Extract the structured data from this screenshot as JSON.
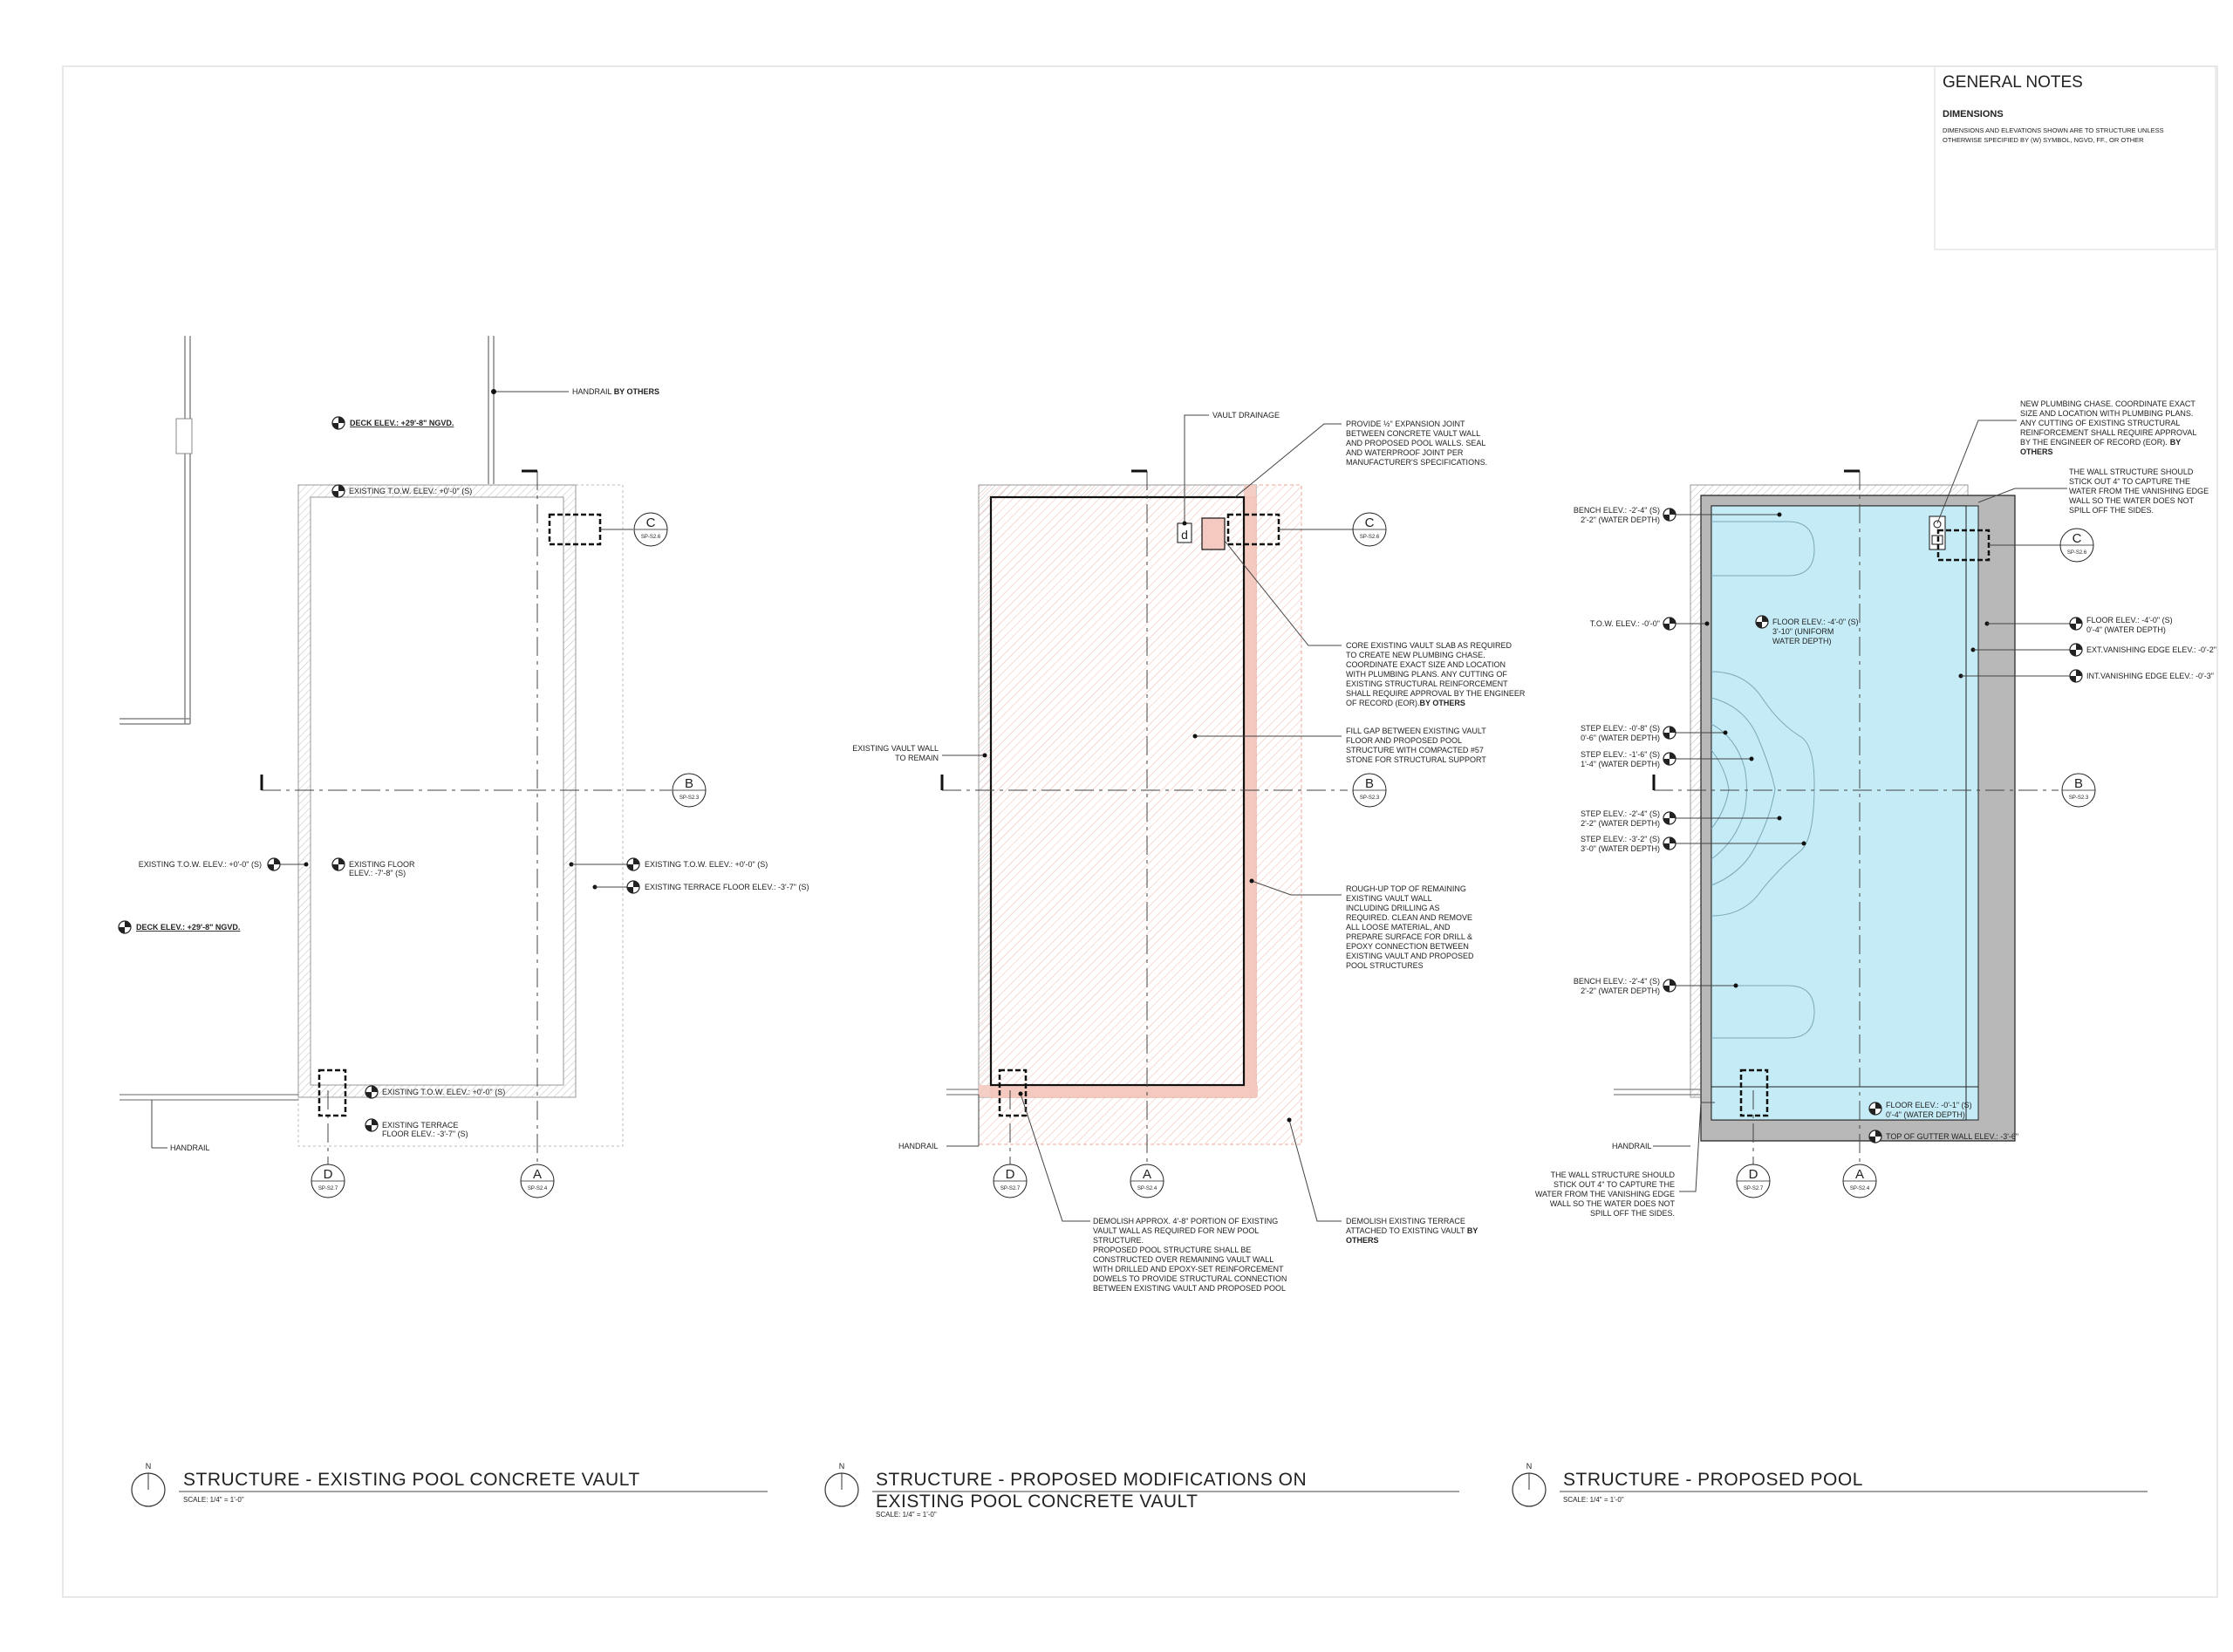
{
  "general_notes": {
    "title": "GENERAL NOTES",
    "heading": "DIMENSIONS",
    "body": [
      "DIMENSIONS AND ELEVATIONS SHOWN ARE TO STRUCTURE UNLESS",
      "OTHERWISE SPECIFIED BY (W) SYMBOL, NGVD, FF., OR OTHER"
    ]
  },
  "views": [
    {
      "title_lines": [
        "STRUCTURE - EXISTING POOL CONCRETE VAULT"
      ],
      "scale": "SCALE: 1/4\" = 1'-0\"",
      "north": "N"
    },
    {
      "title_lines": [
        "STRUCTURE - PROPOSED MODIFICATIONS ON",
        "EXISTING POOL CONCRETE VAULT"
      ],
      "scale": "SCALE: 1/4\" = 1'-0\"",
      "north": "N"
    },
    {
      "title_lines": [
        "STRUCTURE - PROPOSED POOL"
      ],
      "scale": "SCALE: 1/4\" = 1'-0\"",
      "north": "N"
    }
  ],
  "grid": {
    "A": "A",
    "B": "B",
    "C": "C",
    "D": "D",
    "ref_A": "SP-S2.4",
    "ref_B": "SP-S2.3",
    "ref_C": "SP-S2.6",
    "ref_D": "SP-S2.7"
  },
  "colors": {
    "demolish": "#f4c9bf",
    "demolish_line": "#e0907f",
    "water": "#c5ecf6",
    "pool_wall": "#b8b8b8",
    "ink": "#222222",
    "hatch": "#bdbdbd"
  },
  "plan1": {
    "handrail_by_others": [
      "HANDRAIL ",
      "BY OTHERS"
    ],
    "deck_elev": "DECK ELEV.: +29'-8\" NGVD.",
    "tow_top": "EXISTING T.O.W. ELEV.: +0'-0\" (S)",
    "tow_left": "EXISTING T.O.W. ELEV.: +0'-0\" (S)",
    "floor": [
      "EXISTING FLOOR",
      "ELEV.: -7'-8\" (S)"
    ],
    "tow_right": "EXISTING T.O.W. ELEV.: +0'-0\" (S)",
    "terrace_right": "EXISTING TERRACE FLOOR ELEV.: -3'-7\" (S)",
    "tow_bottom": "EXISTING T.O.W. ELEV.: +0'-0\" (S)",
    "terrace_bottom": [
      "EXISTING TERRACE",
      "FLOOR ELEV.: -3'-7\" (S)"
    ],
    "handrail": "HANDRAIL"
  },
  "plan2": {
    "vault_drainage": "VAULT DRAINAGE",
    "expansion_joint": [
      "PROVIDE ½\" EXPANSION JOINT",
      "BETWEEN CONCRETE VAULT WALL",
      "AND PROPOSED POOL WALLS. SEAL",
      "AND WATERPROOF JOINT PER",
      "MANUFACTURER'S SPECIFICATIONS."
    ],
    "core_slab": [
      "CORE EXISTING VAULT SLAB AS REQUIRED",
      "TO CREATE NEW PLUMBING CHASE.",
      "COORDINATE EXACT SIZE AND LOCATION",
      "WITH PLUMBING PLANS. ANY CUTTING OF",
      "EXISTING STRUCTURAL REINFORCEMENT",
      "SHALL REQUIRE APPROVAL BY THE ENGINEER",
      "OF RECORD (EOR)."
    ],
    "core_slab_bold": "BY OTHERS",
    "fill_gap": [
      "FILL GAP BETWEEN EXISTING VAULT",
      "FLOOR AND PROPOSED POOL",
      "STRUCTURE WITH COMPACTED #57",
      "STONE FOR STRUCTURAL SUPPORT"
    ],
    "wall_remain": [
      "EXISTING VAULT WALL",
      "TO REMAIN"
    ],
    "rough_up": [
      "ROUGH-UP TOP OF REMAINING",
      "EXISTING VAULT WALL",
      "INCLUDING DRILLING AS",
      "REQUIRED. CLEAN AND REMOVE",
      "ALL LOOSE MATERIAL, AND",
      "PREPARE SURFACE FOR DRILL &",
      "EPOXY CONNECTION BETWEEN",
      "EXISTING VAULT AND PROPOSED",
      "POOL STRUCTURES"
    ],
    "demolish_wall": [
      "DEMOLISH APPROX. 4'-8\" PORTION OF EXISTING",
      "VAULT WALL  AS REQUIRED FOR NEW POOL",
      "STRUCTURE.",
      "PROPOSED POOL STRUCTURE SHALL BE",
      "CONSTRUCTED OVER REMAINING VAULT WALL",
      "WITH DRILLED AND EPOXY-SET REINFORCEMENT",
      "DOWELS TO PROVIDE STRUCTURAL CONNECTION",
      "BETWEEN EXISTING VAULT AND PROPOSED POOL"
    ],
    "demolish_terrace": [
      "DEMOLISH EXISTING TERRACE",
      "ATTACHED TO EXISTING VAULT "
    ],
    "demolish_terrace_bold": [
      "BY",
      "OTHERS"
    ],
    "handrail": "HANDRAIL"
  },
  "plan3": {
    "plumbing": [
      "NEW PLUMBING CHASE. COORDINATE EXACT",
      "SIZE AND LOCATION WITH PLUMBING PLANS.",
      "ANY CUTTING OF EXISTING STRUCTURAL",
      "REINFORCEMENT SHALL REQUIRE APPROVAL",
      "BY THE ENGINEER OF RECORD (EOR)."
    ],
    "plumbing_bold": [
      "BY",
      "OTHERS"
    ],
    "wall_stick_top": [
      "THE WALL STRUCTURE SHOULD",
      "STICK OUT 4\" TO CAPTURE THE",
      "WATER FROM THE VANISHING EDGE",
      "WALL SO THE WATER DOES NOT",
      "SPILL OFF THE SIDES."
    ],
    "bench_top": [
      "BENCH ELEV.: -2'-4\" (S)",
      "2'-2\" (WATER DEPTH)"
    ],
    "tow": "T.O.W. ELEV.: -0'-0\"",
    "floor_center": [
      "FLOOR ELEV.: -4'-0\" (S)",
      "3'-10\" (UNIFORM",
      "WATER DEPTH)"
    ],
    "floor_right": [
      "FLOOR ELEV.: -4'-0\" (S)",
      "0'-4\" (WATER DEPTH)"
    ],
    "ext_vanishing": "EXT.VANISHING EDGE ELEV.: -0'-2\"",
    "int_vanishing": "INT.VANISHING EDGE ELEV.: -0'-3\"",
    "step1": [
      "STEP  ELEV.: -0'-8\" (S)",
      "0'-6\" (WATER DEPTH)"
    ],
    "step2": [
      "STEP  ELEV.: -1'-6\" (S)",
      "1'-4\" (WATER DEPTH)"
    ],
    "step3": [
      "STEP  ELEV.: -2'-4\" (S)",
      "2'-2\" (WATER DEPTH)"
    ],
    "step4": [
      "STEP  ELEV.: -3'-2\" (S)",
      "3'-0\" (WATER DEPTH)"
    ],
    "bench_bottom": [
      "BENCH ELEV.: -2'-4\" (S)",
      "2'-2\" (WATER DEPTH)"
    ],
    "floor_bottom": [
      "FLOOR ELEV.: -0'-1\" (S)",
      "0'-4\" (WATER DEPTH)"
    ],
    "top_gutter": "TOP OF GUTTER WALL ELEV.: -3'-6\"",
    "wall_stick_bottom": [
      "THE WALL STRUCTURE SHOULD",
      "STICK OUT 4\" TO CAPTURE THE",
      "WATER FROM THE VANISHING EDGE",
      "WALL SO THE WATER DOES NOT",
      "SPILL OFF THE SIDES."
    ],
    "handrail": "HANDRAIL"
  }
}
